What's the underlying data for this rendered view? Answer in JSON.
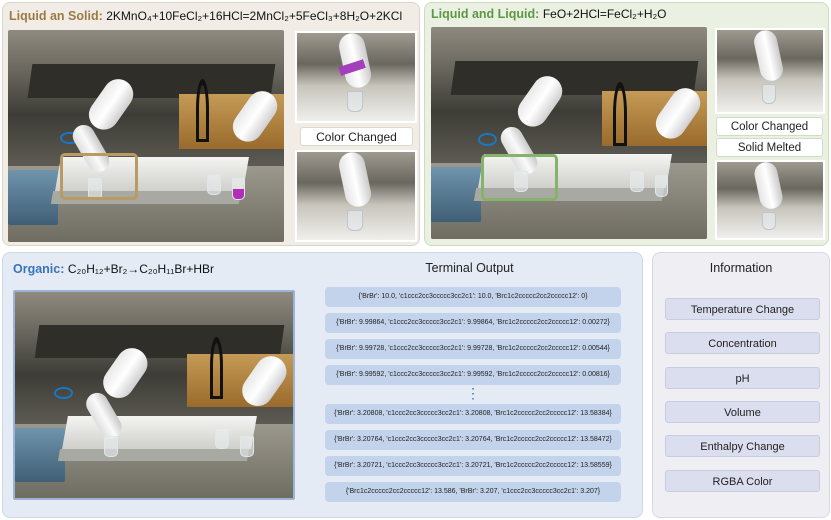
{
  "colors": {
    "solid_title": "#9b7a44",
    "liquid_title": "#5e9743",
    "organic_title": "#3a73ba",
    "highlight_solid": "#b89a62",
    "highlight_liquid": "#86b36a",
    "terminal_row": "#c3d3ec"
  },
  "solid_panel": {
    "title": "Liquid an Solid",
    "colon": ":",
    "equation": "2KMnO₄+10FeCl₂+16HCl=2MnCl₂+5FeCl₃+8H₂O+2KCl",
    "tags": [
      "Color Changed"
    ]
  },
  "liquid_panel": {
    "title": "Liquid and Liquid",
    "colon": ":",
    "equation": "FeO+2HCl=FeCl₂+H₂O",
    "tags": [
      "Color Changed",
      "Solid  Melted"
    ]
  },
  "organic_panel": {
    "title": "Organic",
    "colon": ":",
    "equation": "C₂₀H₁₂+Br₂→C₂₀H₁₁Br+HBr"
  },
  "terminal": {
    "title": "Terminal Output",
    "rows_top": [
      "{'BrBr': 10.0, 'c1ccc2cc3ccccc3cc2c1': 10.0, 'Brc1c2ccccc2cc2ccccc12': 0}",
      "{'BrBr': 9.99864, 'c1ccc2cc3ccccc3cc2c1': 9.99864, 'Brc1c2ccccc2cc2ccccc12': 0.00272}",
      "{'BrBr': 9.99728, 'c1ccc2cc3ccccc3cc2c1': 9.99728, 'Brc1c2ccccc2cc2ccccc12': 0.00544}",
      "{'BrBr': 9.99592, 'c1ccc2cc3ccccc3cc2c1': 9.99592, 'Brc1c2ccccc2cc2ccccc12': 0.00816}"
    ],
    "ellipsis": "⋮",
    "rows_bottom": [
      "{'BrBr': 3.20808, 'c1ccc2cc3ccccc3cc2c1': 3.20808, 'Brc1c2ccccc2cc2ccccc12': 13.58384}",
      "{'BrBr': 3.20764, 'c1ccc2cc3ccccc3cc2c1': 3.20764, 'Brc1c2ccccc2cc2ccccc12': 13.58472}",
      "{'BrBr': 3.20721, 'c1ccc2cc3ccccc3cc2c1': 3.20721, 'Brc1c2ccccc2cc2ccccc12': 13.58559}",
      "{'Brc1c2ccccc2cc2ccccc12': 13.586, 'BrBr': 3.207, 'c1ccc2cc3ccccc3cc2c1': 3.207}"
    ]
  },
  "information": {
    "title": "Information",
    "items": [
      "Temperature Change",
      "Concentration",
      "pH",
      "Volume",
      "Enthalpy Change",
      "RGBA Color"
    ]
  }
}
